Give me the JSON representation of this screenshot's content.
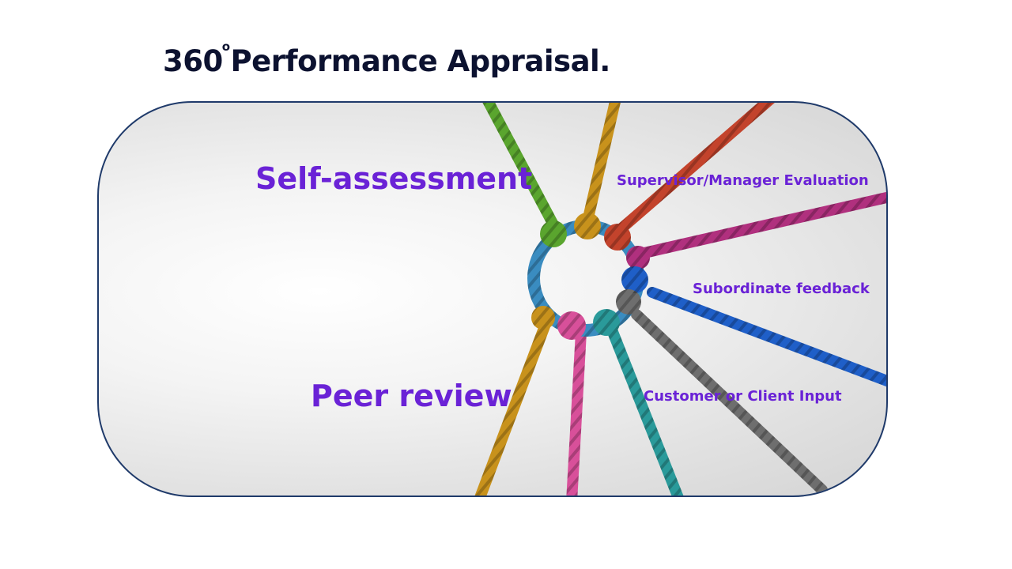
{
  "slide": {
    "title_main": "360",
    "title_degree": "o",
    "title_rest": "Performance Appraisal."
  },
  "labels": {
    "self_assessment": "Self-assessment",
    "peer_review": "Peer review",
    "supervisor": "Supervisor/Manager Evaluation",
    "subordinate": "Subordinate feedback",
    "customer": "Customer or Client Input"
  },
  "image": {
    "subject": "colorful-ropes-knotted-ring"
  },
  "colors": {
    "title": "#0c1230",
    "label": "#6a22d6",
    "panel_border": "#1f3a6a",
    "rope_green": "#5aa52e",
    "rope_gold": "#c8921c",
    "rope_red": "#c3432c",
    "rope_magenta": "#b0307e",
    "rope_blue": "#1f5fc8",
    "rope_teal": "#2a9a9a",
    "rope_gray": "#6e6e6e",
    "rope_pink": "#d8509a",
    "rope_ring_blue": "#3a8cc0"
  }
}
